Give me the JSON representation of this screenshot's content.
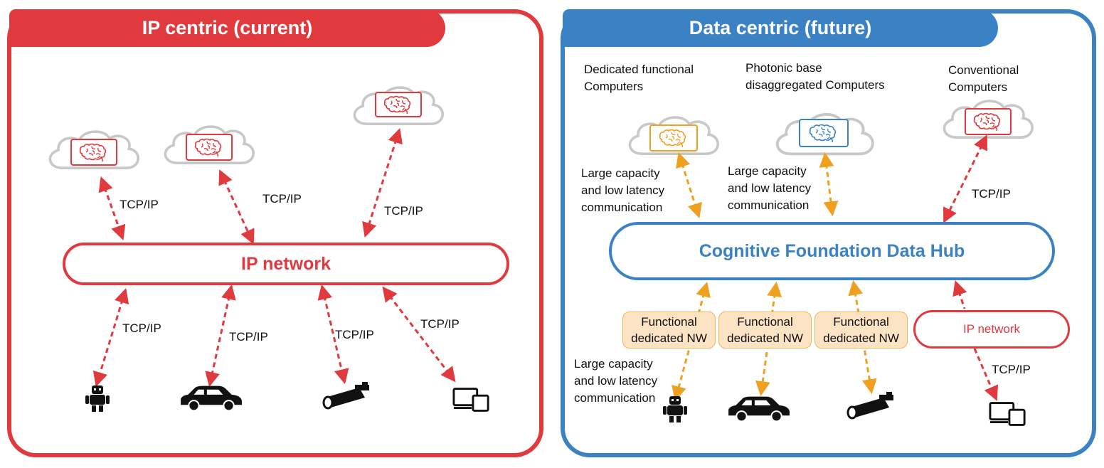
{
  "left_panel": {
    "title": "IP centric (current)",
    "network_label": "IP network",
    "link_labels": [
      "TCP/IP",
      "TCP/IP",
      "TCP/IP",
      "TCP/IP",
      "TCP/IP",
      "TCP/IP",
      "TCP/IP"
    ],
    "colors": {
      "accent": "#e0393e"
    }
  },
  "right_panel": {
    "title": "Data centric (future)",
    "hub_label": "Cognitive Foundation Data Hub",
    "ip_network_label": "IP network",
    "computer_labels": [
      "Dedicated functional\nComputers",
      "Photonic base\ndisaggregated Computers",
      "Conventional\nComputers"
    ],
    "comm_labels": [
      "Large capacity\nand low latency\ncommunication",
      "Large capacity\nand low latency\ncommunication",
      "Large capacity\nand low latency\ncommunication"
    ],
    "tcp_labels": [
      "TCP/IP",
      "TCP/IP"
    ],
    "functional_nw": [
      "Functional\ndedicated NW",
      "Functional\ndedicated NW",
      "Functional\ndedicated NW"
    ],
    "colors": {
      "accent": "#3b82c4",
      "orange": "#f0a020",
      "orange_fill": "#fbe3c4"
    }
  },
  "icons": {
    "cloud": "cloud-icon",
    "brain": "brain-icon",
    "robot": "robot-icon",
    "car": "car-icon",
    "camera": "security-camera-icon",
    "devices": "devices-icon"
  }
}
